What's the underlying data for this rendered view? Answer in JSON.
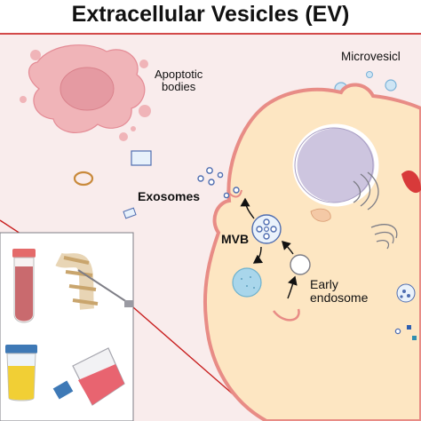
{
  "title": "Extracellular Vesicles (EV)",
  "labels": {
    "apoptotic_bodies": "Apoptotic\nbodies",
    "microvesicles": "Microvesicl",
    "exosomes": "Exosomes",
    "mvb": "MVB",
    "early_endosome": "Early\nendosome"
  },
  "colors": {
    "background_panel": "#f9ecec",
    "panel_border": "#c81e1e",
    "cell_fill": "#fde6c2",
    "cell_outline": "#e88c86",
    "nucleus": "#cdc5df",
    "apoptotic": "#f0b4b8",
    "vesicle_blue": "#4f6db0",
    "vesicle_light": "#a9d6eb",
    "arrow": "#111111"
  },
  "icons": [
    "blood-tube-icon",
    "spine-puncture-icon",
    "urine-container-icon",
    "culture-flask-icon"
  ]
}
